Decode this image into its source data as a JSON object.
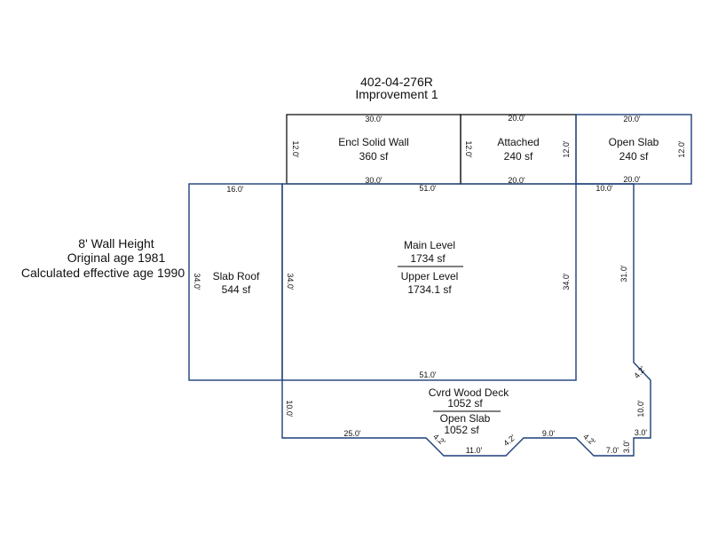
{
  "header": {
    "parcel_id": "402-04-276R",
    "improvement": "Improvement 1"
  },
  "info": {
    "wall_height": "8' Wall Height",
    "original_age": "Original age 1981",
    "effective_age": "Calculated effective age 1990"
  },
  "areas": {
    "encl_solid_wall": {
      "name": "Encl Solid Wall",
      "sf": "360 sf"
    },
    "attached": {
      "name": "Attached",
      "sf": "240 sf"
    },
    "open_slab_top": {
      "name": "Open Slab",
      "sf": "240 sf"
    },
    "slab_roof": {
      "name": "Slab Roof",
      "sf": "544 sf"
    },
    "main_level": {
      "name": "Main Level",
      "sf": "1734 sf"
    },
    "upper_level": {
      "name": "Upper Level",
      "sf": "1734.1 sf"
    },
    "cvrd_wood_deck": {
      "name": "Cvrd Wood Deck",
      "sf": "1052 sf"
    },
    "open_slab_deck": {
      "name": "Open Slab",
      "sf": "1052 sf"
    }
  },
  "dimensions": {
    "encl_top": "30.0'",
    "encl_bottom": "30.0'",
    "encl_left": "12.0'",
    "attached_top": "20.0'",
    "attached_bottom": "20.0'",
    "attached_left": "12.0'",
    "attached_right": "12.0'",
    "open_slab_top": "20.0'",
    "open_slab_bottom": "20.0'",
    "open_slab_right": "12.0'",
    "slab_roof_top": "16.0'",
    "slab_roof_left": "34.0'",
    "main_top": "51.0'",
    "main_bottom": "51.0'",
    "main_left": "34.0'",
    "main_right": "34.0'",
    "deck_top": "10.0'",
    "deck_right_upper": "31.0'",
    "deck_diag_right": "4.2'",
    "deck_right_lower": "10.0'",
    "deck_step_top": "3.0'",
    "deck_step_side": "3.0'",
    "deck_bottom_right": "7.0'",
    "deck_diag_br": "4.2'",
    "deck_mid": "9.0'",
    "deck_diag_mid": "4.2'",
    "deck_notch_bottom": "11.0'",
    "deck_diag_left": "4.2'",
    "deck_bottom_left": "25.0'",
    "deck_left": "10.0'"
  }
}
